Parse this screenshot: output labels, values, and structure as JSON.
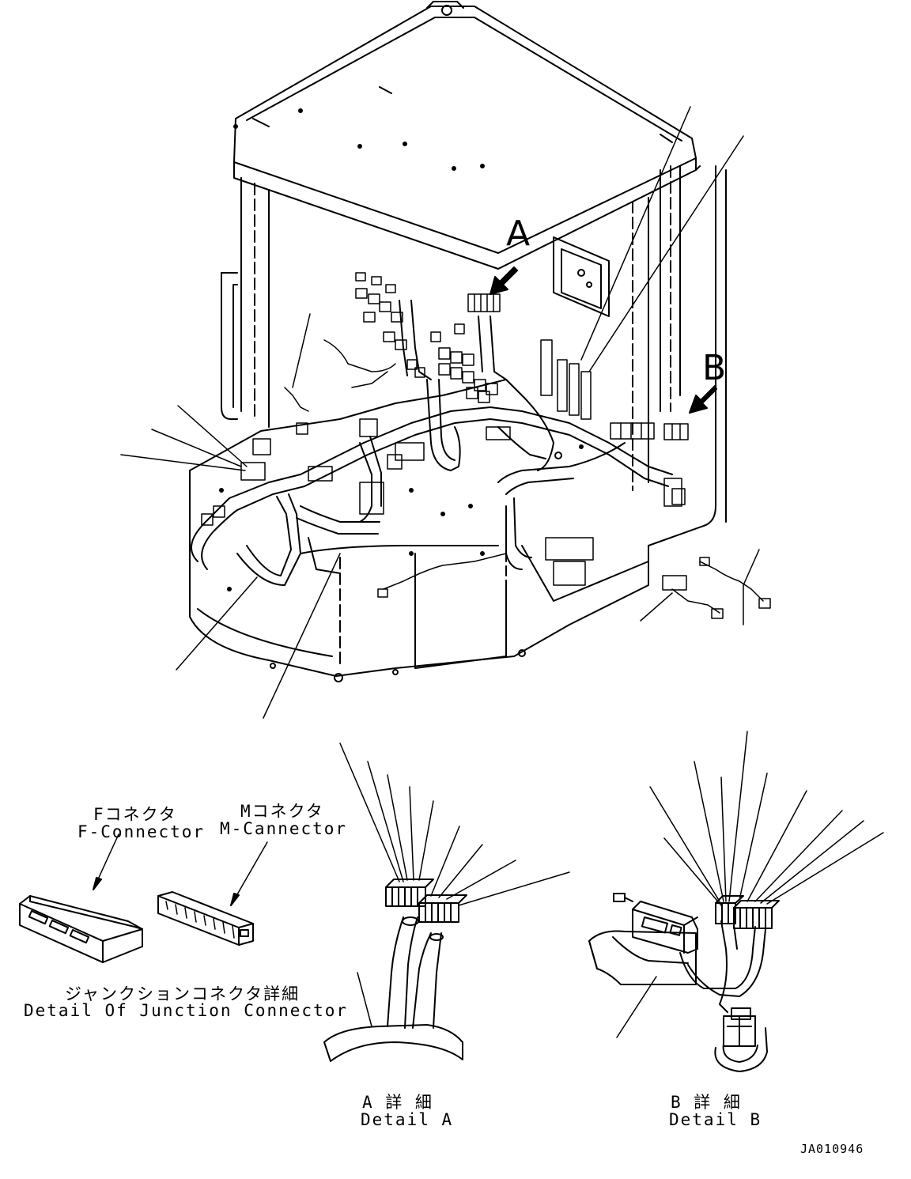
{
  "callouts": {
    "detail_a_marker": "A",
    "detail_b_marker": "B"
  },
  "f_connector": {
    "label_jp": "Fコネクタ",
    "label_en": "F-Connector"
  },
  "m_connector": {
    "label_jp": "Mコネクタ",
    "label_en": "M-Cannector"
  },
  "junction_detail": {
    "label_jp": "ジャンクションコネクタ詳細",
    "label_en": "Detail Of Junction Connector"
  },
  "detail_a": {
    "label_jp": "A 詳 細",
    "label_en": "Detail A"
  },
  "detail_b": {
    "label_jp": "B 詳 細",
    "label_en": "Detail B"
  },
  "drawing_number": "JA010946"
}
